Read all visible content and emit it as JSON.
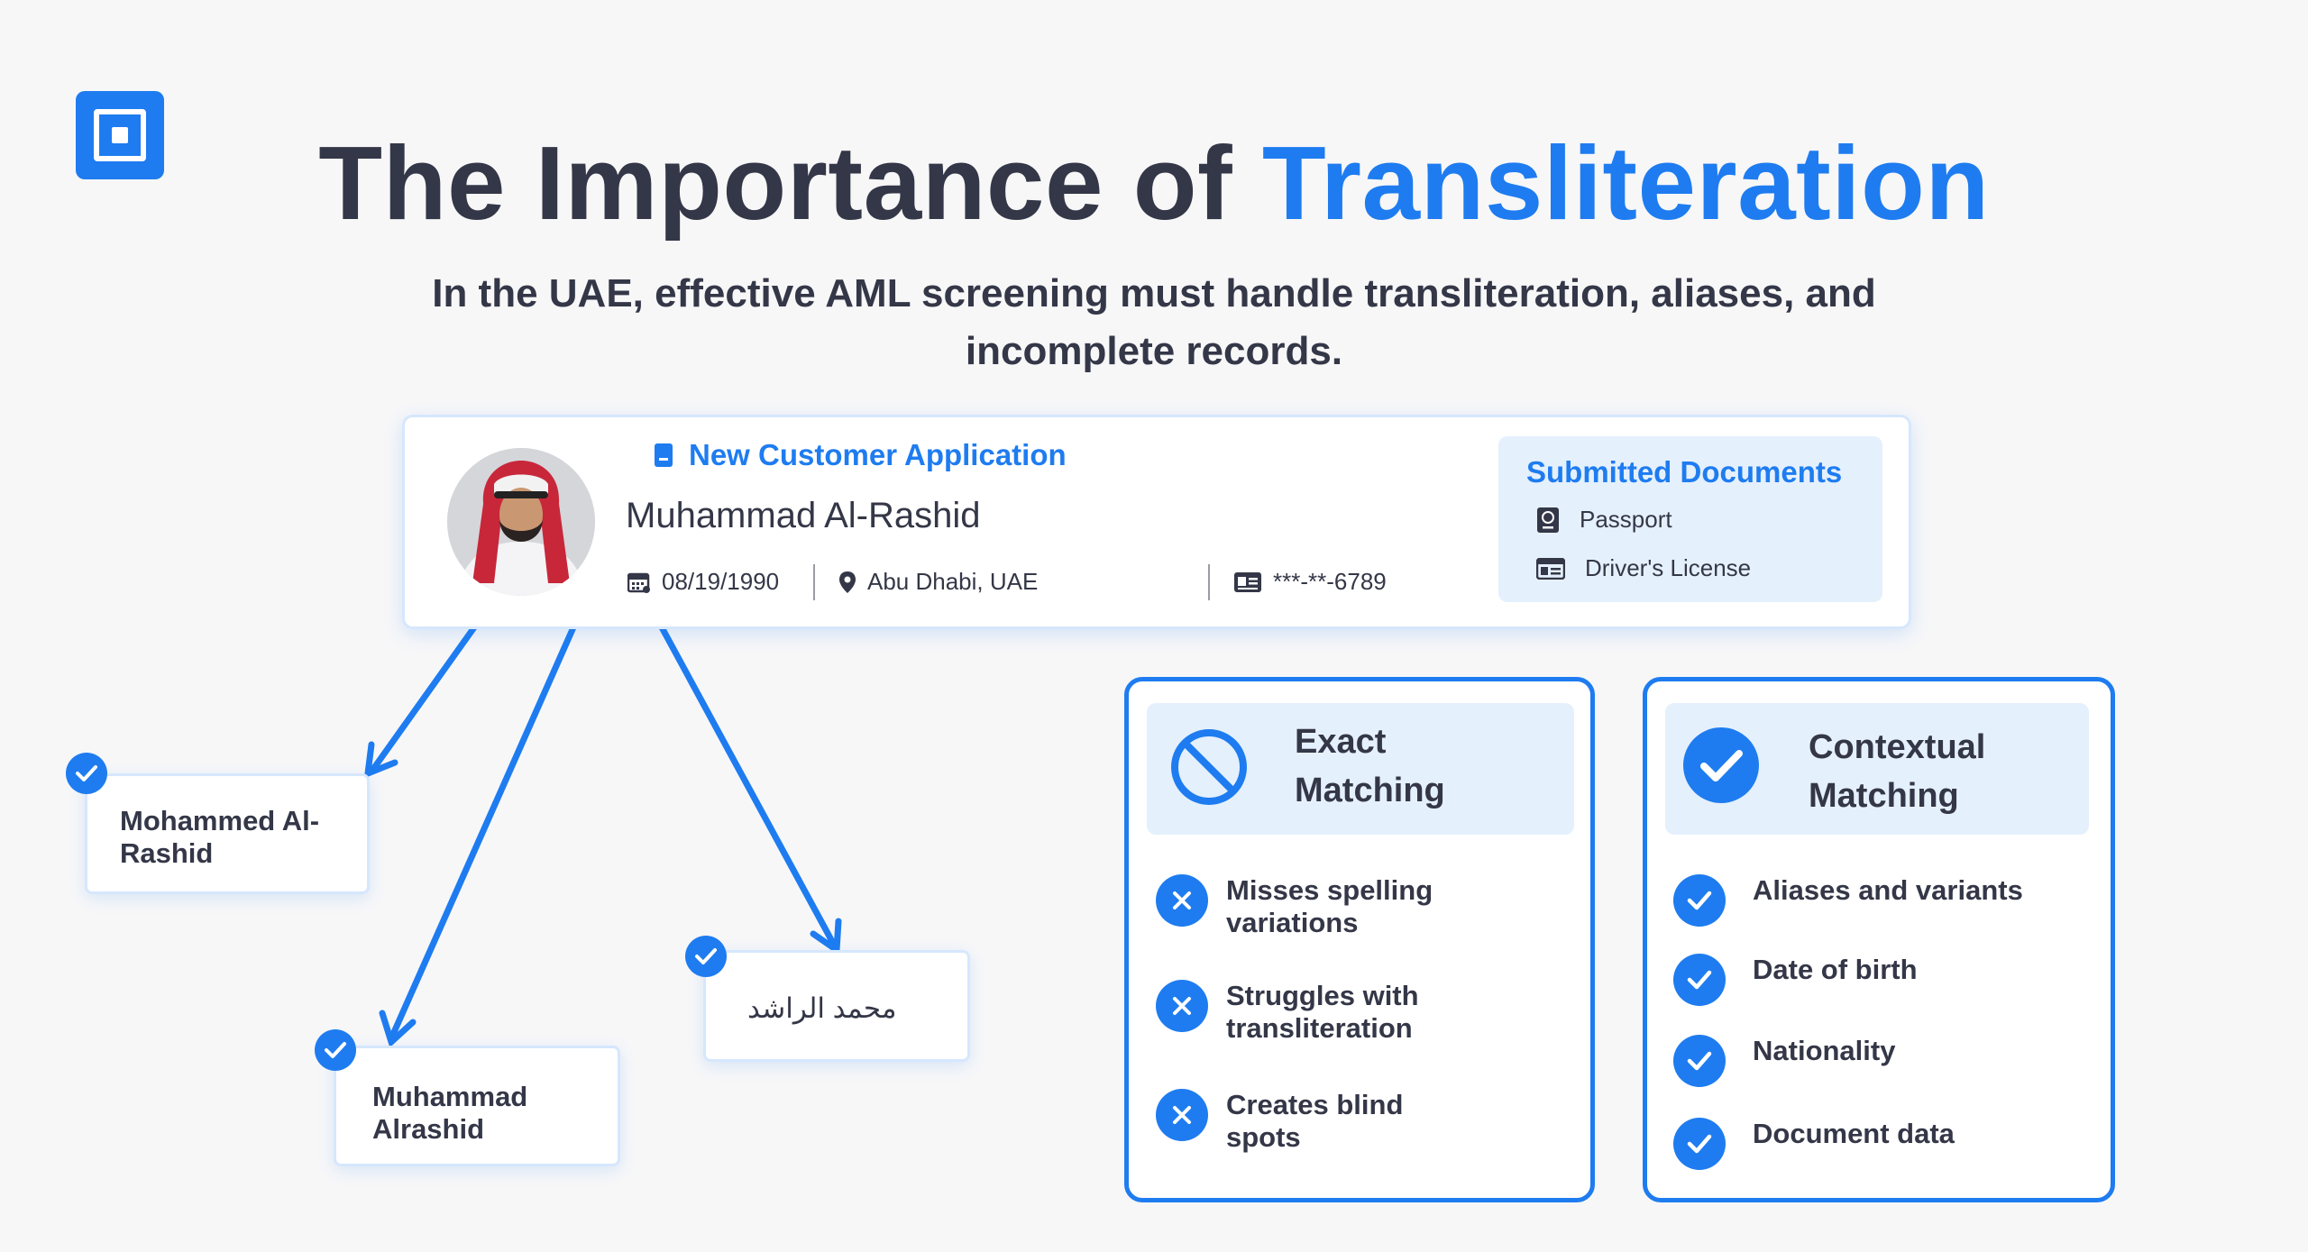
{
  "header": {
    "title_main": "The Importance of",
    "title_accent": "Transliteration",
    "subtitle": "In the UAE, effective AML screening must handle transliteration, aliases, and incomplete records."
  },
  "customer": {
    "app_label": "New Customer Application",
    "name": "Muhammad Al-Rashid",
    "dob": "08/19/1990",
    "location": "Abu Dhabi, UAE",
    "id_number": "***-**-6789",
    "documents_title": "Submitted Documents",
    "documents": [
      "Passport",
      "Driver's License"
    ]
  },
  "variants": [
    {
      "text": "Mohammed Al-Rashid",
      "matched": true
    },
    {
      "text": "Muhammad Alrashid",
      "matched": true
    },
    {
      "text": "محمد الراشد",
      "matched": true
    }
  ],
  "exact_matching": {
    "title": "Exact Matching",
    "items": [
      "Misses spelling variations",
      "Struggles with transliteration",
      "Creates blind spots"
    ]
  },
  "contextual_matching": {
    "title": "Contextual Matching",
    "items": [
      "Aliases and variants",
      "Date of birth",
      "Nationality",
      "Document data"
    ]
  },
  "colors": {
    "accent": "#1e7cf0",
    "text": "#343747",
    "panel_bg": "#e5f0fd",
    "page_bg": "#f7f7f8"
  },
  "icons": [
    "logo-icon",
    "document-icon",
    "calendar-icon",
    "location-pin-icon",
    "id-card-icon",
    "passport-icon",
    "license-icon",
    "check-icon",
    "ban-icon",
    "x-icon"
  ]
}
